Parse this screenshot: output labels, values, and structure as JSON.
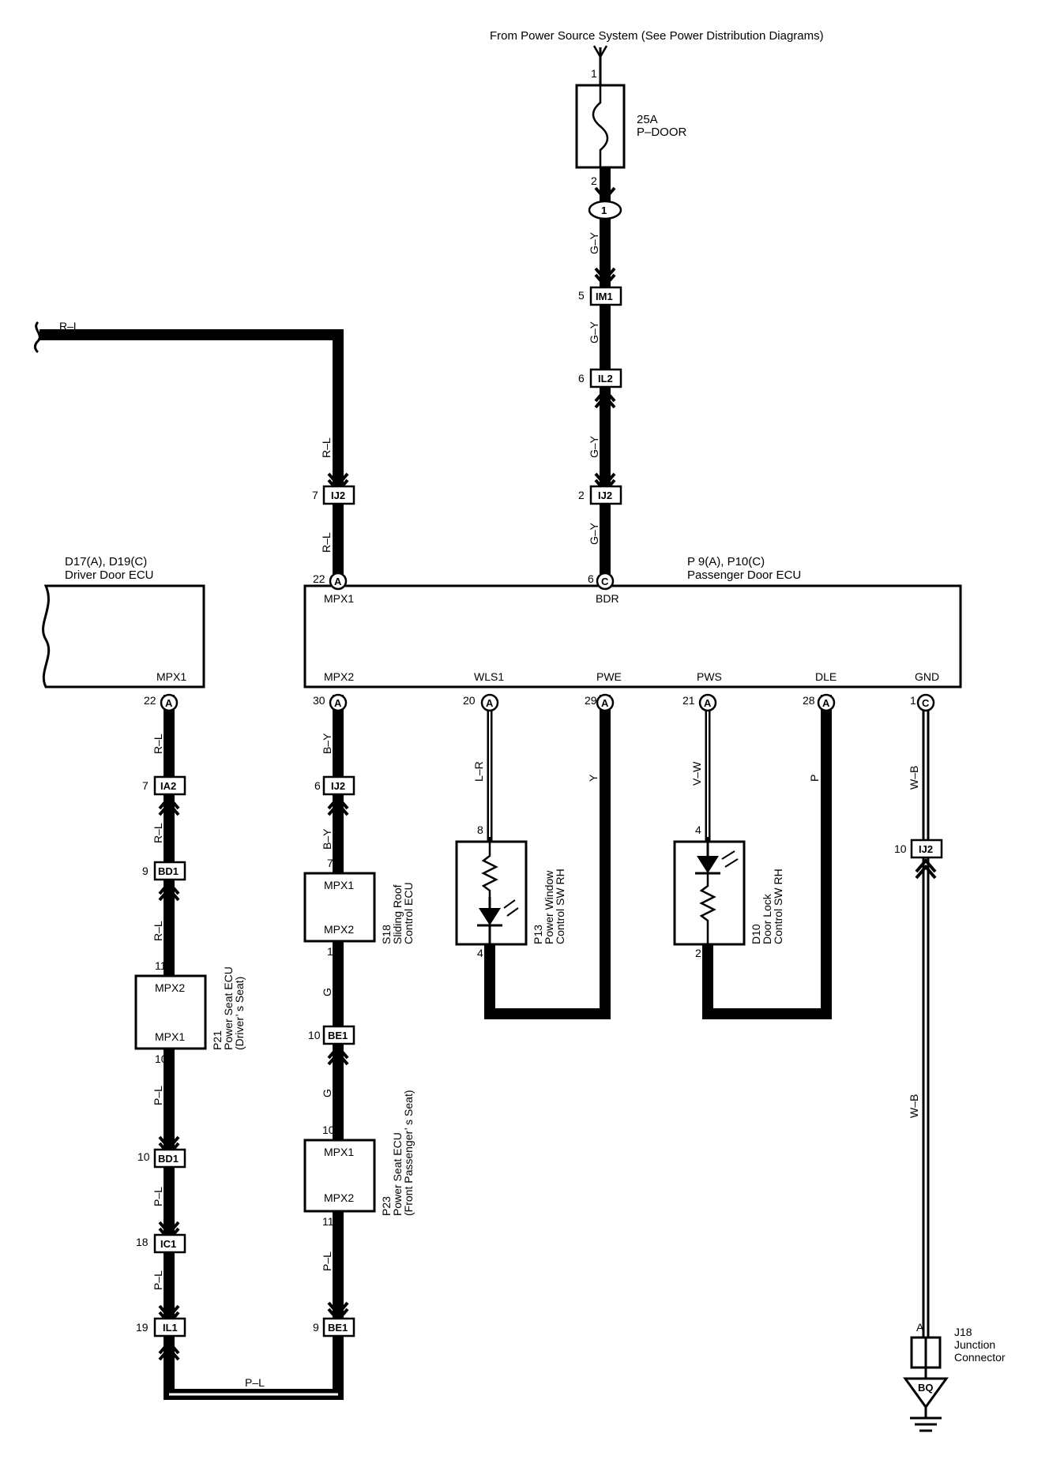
{
  "header": "From Power Source System (See Power Distribution Diagrams)",
  "fuse": {
    "rating": "25A",
    "name": "P–DOOR",
    "pin_top": "1",
    "pin_bottom": "2"
  },
  "junction_one": "1",
  "rl_wire_left": "R–L",
  "connectors": {
    "im1": {
      "name": "IM1",
      "pin": "5"
    },
    "il2": {
      "name": "IL2",
      "pin": "6"
    },
    "ij2_top_right": {
      "name": "IJ2",
      "pin": "2"
    },
    "ij2_top_left": {
      "name": "IJ2",
      "pin": "7"
    },
    "ij2_mid": {
      "name": "IJ2",
      "pin": "6"
    },
    "ij2_right": {
      "name": "IJ2",
      "pin": "10"
    },
    "ia2": {
      "name": "IA2",
      "pin": "7"
    },
    "bd1_top": {
      "name": "BD1",
      "pin": "9"
    },
    "bd1_bottom": {
      "name": "BD1",
      "pin": "10"
    },
    "ic1": {
      "name": "IC1",
      "pin": "18"
    },
    "il1": {
      "name": "IL1",
      "pin": "19"
    },
    "be1_top": {
      "name": "BE1",
      "pin": "10"
    },
    "be1_bottom": {
      "name": "BE1",
      "pin": "9"
    }
  },
  "wires": {
    "gy": "G–Y",
    "rl": "R–L",
    "by": "B–Y",
    "lr": "L–R",
    "y": "Y",
    "vw": "V–W",
    "p": "P",
    "wb": "W–B",
    "g": "G",
    "pl": "P–L"
  },
  "driver_ecu": {
    "title": "D17(A), D19(C)",
    "name": "Driver Door ECU",
    "terminal": "MPX1",
    "pin": "22",
    "letter": "A"
  },
  "passenger_ecu": {
    "title": "P 9(A), P10(C)",
    "name": "Passenger Door ECU",
    "top_terminals": [
      {
        "name": "MPX1",
        "pin": "22",
        "letter": "A"
      },
      {
        "name": "BDR",
        "pin": "6",
        "letter": "C"
      }
    ],
    "bottom_terminals": [
      {
        "name": "MPX2",
        "pin": "30",
        "letter": "A"
      },
      {
        "name": "WLS1",
        "pin": "20",
        "letter": "A"
      },
      {
        "name": "PWE",
        "pin": "29",
        "letter": "A"
      },
      {
        "name": "PWS",
        "pin": "21",
        "letter": "A"
      },
      {
        "name": "DLE",
        "pin": "28",
        "letter": "A"
      },
      {
        "name": "GND",
        "pin": "1",
        "letter": "C"
      }
    ]
  },
  "sliding_roof": {
    "code": "S18",
    "name1": "Sliding Roof",
    "name2": "Control ECU",
    "t1": "MPX1",
    "t2": "MPX2",
    "pin_top": "7",
    "pin_bottom": "1"
  },
  "power_seat_driver": {
    "code": "P21",
    "name1": "Power Seat ECU",
    "name2": "(Driver’ s Seat)",
    "t1": "MPX2",
    "t2": "MPX1",
    "pin_top": "11",
    "pin_bottom": "10"
  },
  "power_seat_pass": {
    "code": "P23",
    "name1": "Power Seat ECU",
    "name2": "(Front Passenger’ s Seat)",
    "t1": "MPX1",
    "t2": "MPX2",
    "pin_top": "10",
    "pin_bottom": "11"
  },
  "power_window_sw": {
    "code": "P13",
    "name1": "Power Window",
    "name2": "Control SW RH",
    "pin_top": "8",
    "pin_bottom": "4"
  },
  "door_lock_sw": {
    "code": "D10",
    "name1": "Door Lock",
    "name2": "Control SW RH",
    "pin_top": "4",
    "pin_bottom": "2"
  },
  "junction_connector": {
    "code": "J18",
    "name1": "Junction",
    "name2": "Connector",
    "pin": "A"
  },
  "ground": "BQ"
}
